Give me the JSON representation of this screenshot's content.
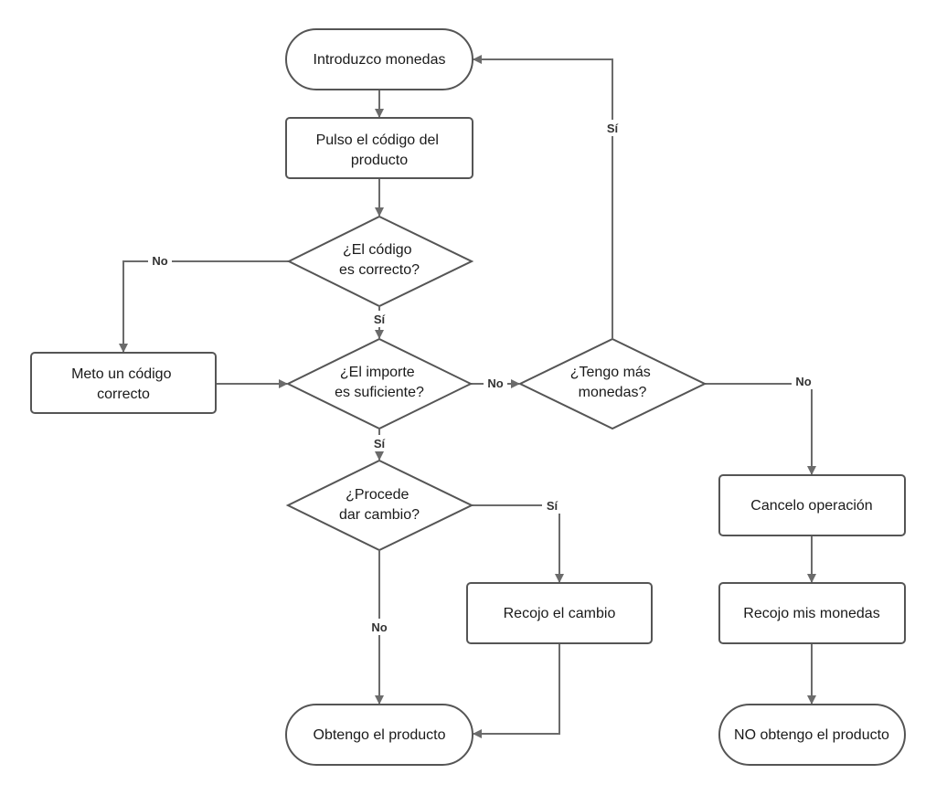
{
  "nodes": {
    "introduzco": {
      "text": [
        "Introduzco monedas"
      ]
    },
    "pulso": {
      "text": [
        "Pulso el código del",
        "producto"
      ]
    },
    "codigo_correcto": {
      "text": [
        "¿El código",
        "es correcto?"
      ]
    },
    "meto": {
      "text": [
        "Meto un código",
        "correcto"
      ]
    },
    "importe": {
      "text": [
        "¿El importe",
        "es suficiente?"
      ]
    },
    "tengo": {
      "text": [
        "¿Tengo más",
        "monedas?"
      ]
    },
    "procede": {
      "text": [
        "¿Procede",
        "dar cambio?"
      ]
    },
    "recojo_cambio": {
      "text": [
        "Recojo el cambio"
      ]
    },
    "obtengo": {
      "text": [
        "Obtengo el producto"
      ]
    },
    "cancelo": {
      "text": [
        "Cancelo operación"
      ]
    },
    "recojo_monedas": {
      "text": [
        "Recojo mis monedas"
      ]
    },
    "no_obtengo": {
      "text": [
        "NO obtengo el producto"
      ]
    }
  },
  "edge_labels": {
    "codigo_no": "No",
    "codigo_si": "Sí",
    "importe_no": "No",
    "importe_si": "Sí",
    "tengo_si": "Sí",
    "tengo_no": "No",
    "procede_si": "Sí",
    "procede_no": "No"
  }
}
